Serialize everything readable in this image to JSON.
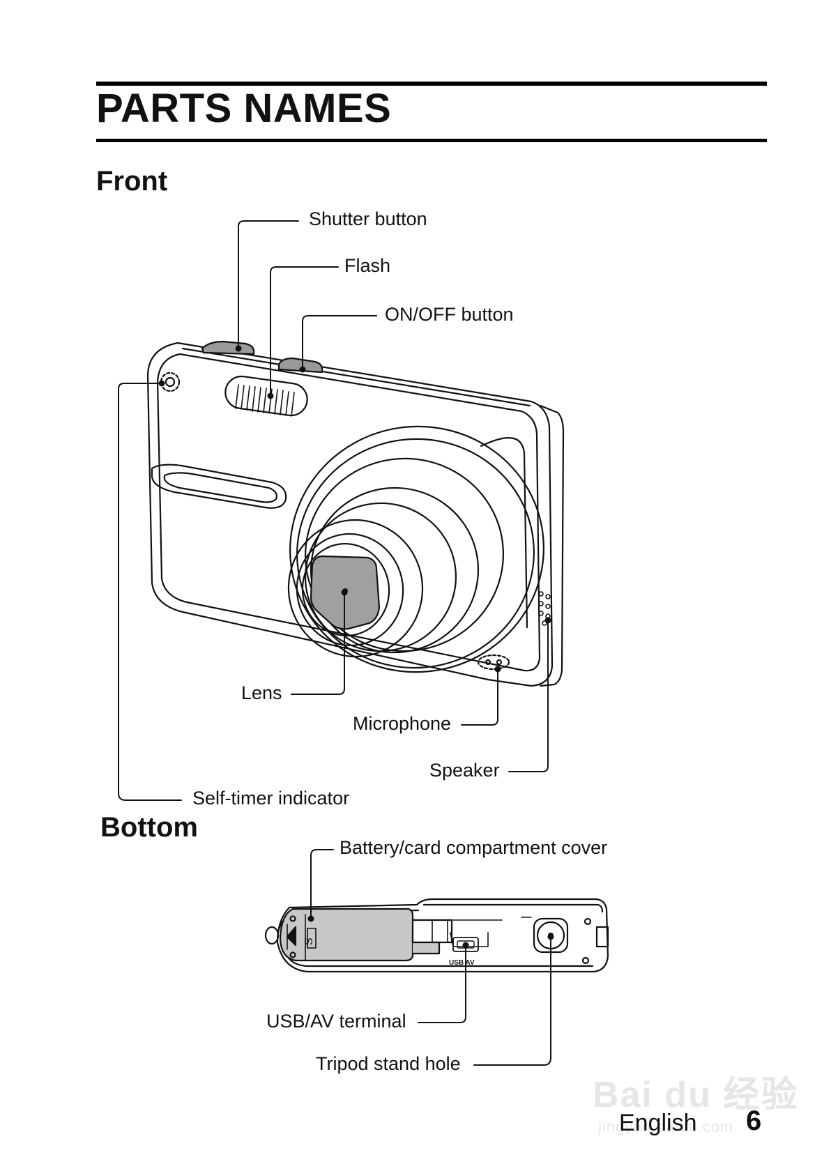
{
  "page": {
    "title": "PARTS NAMES",
    "language": "English",
    "page_number": "6"
  },
  "front": {
    "heading": "Front",
    "labels": {
      "shutter_button": "Shutter button",
      "flash": "Flash",
      "on_off_button": "ON/OFF button",
      "lens": "Lens",
      "microphone": "Microphone",
      "speaker": "Speaker",
      "self_timer": "Self-timer indicator"
    }
  },
  "bottom": {
    "heading": "Bottom",
    "labels": {
      "battery_cover": "Battery/card compartment cover",
      "usb_av": "USB/AV terminal",
      "tripod": "Tripod stand hole"
    },
    "port_marking": "USB AV"
  },
  "watermark": {
    "text": "Bai du 经验",
    "sub": "jingyan.baidu.com"
  }
}
